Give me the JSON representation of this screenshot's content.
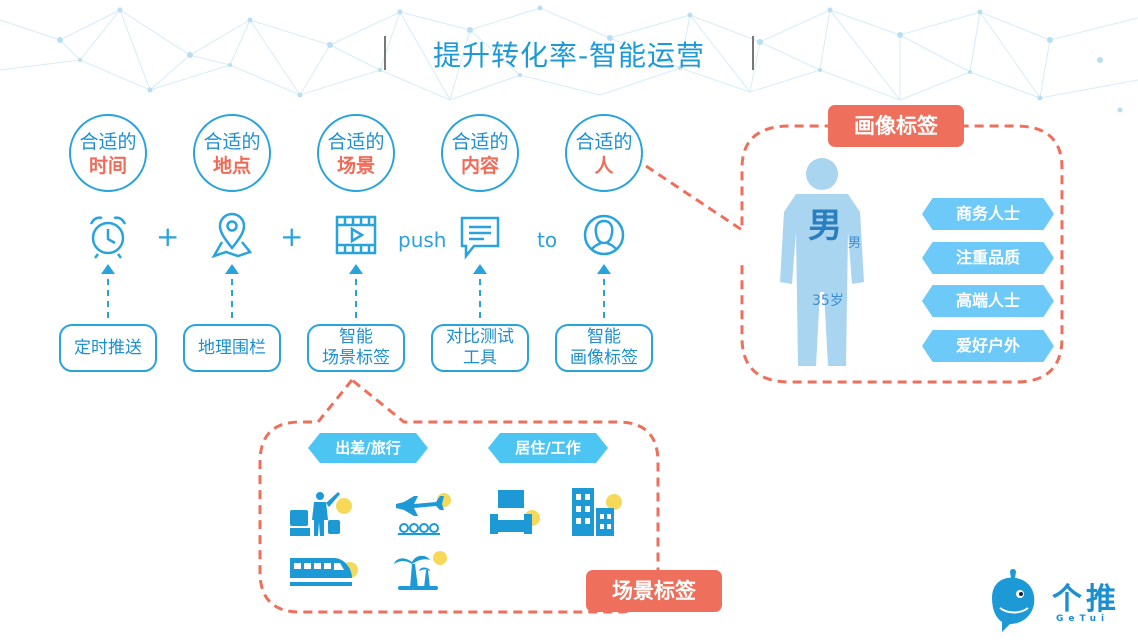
{
  "title": "提升转化率-智能运营",
  "columns": [
    {
      "line1": "合适的",
      "line2": "时间",
      "icon": "alarm-clock-icon",
      "pill": [
        "定时推送"
      ]
    },
    {
      "line1": "合适的",
      "line2": "地点",
      "icon": "map-pin-icon",
      "pill": [
        "地理围栏"
      ]
    },
    {
      "line1": "合适的",
      "line2": "场景",
      "icon": "film-icon",
      "pill": [
        "智能",
        "场景标签"
      ]
    },
    {
      "line1": "合适的",
      "line2": "内容",
      "icon": "message-icon",
      "pill": [
        "对比测试",
        "工具"
      ]
    },
    {
      "line1": "合适的",
      "line2": "人",
      "icon": "person-icon",
      "pill": [
        "智能",
        "画像标签"
      ]
    }
  ],
  "connectors": [
    "+",
    "+",
    "push",
    "to"
  ],
  "portrait": {
    "banner": "画像标签",
    "gender": "男",
    "words": [
      "35岁",
      "男"
    ],
    "tags": [
      "商务人士",
      "注重品质",
      "高端人士",
      "爱好户外"
    ]
  },
  "scene": {
    "banner": "场景标签",
    "categories": [
      "出差/旅行",
      "居住/工作"
    ]
  },
  "logo": {
    "name": "个推",
    "sub": "GeTui"
  },
  "colors": {
    "blue": "#29a3dd",
    "coral": "#ee6f5b",
    "light_blue": "#6dc9f7"
  }
}
